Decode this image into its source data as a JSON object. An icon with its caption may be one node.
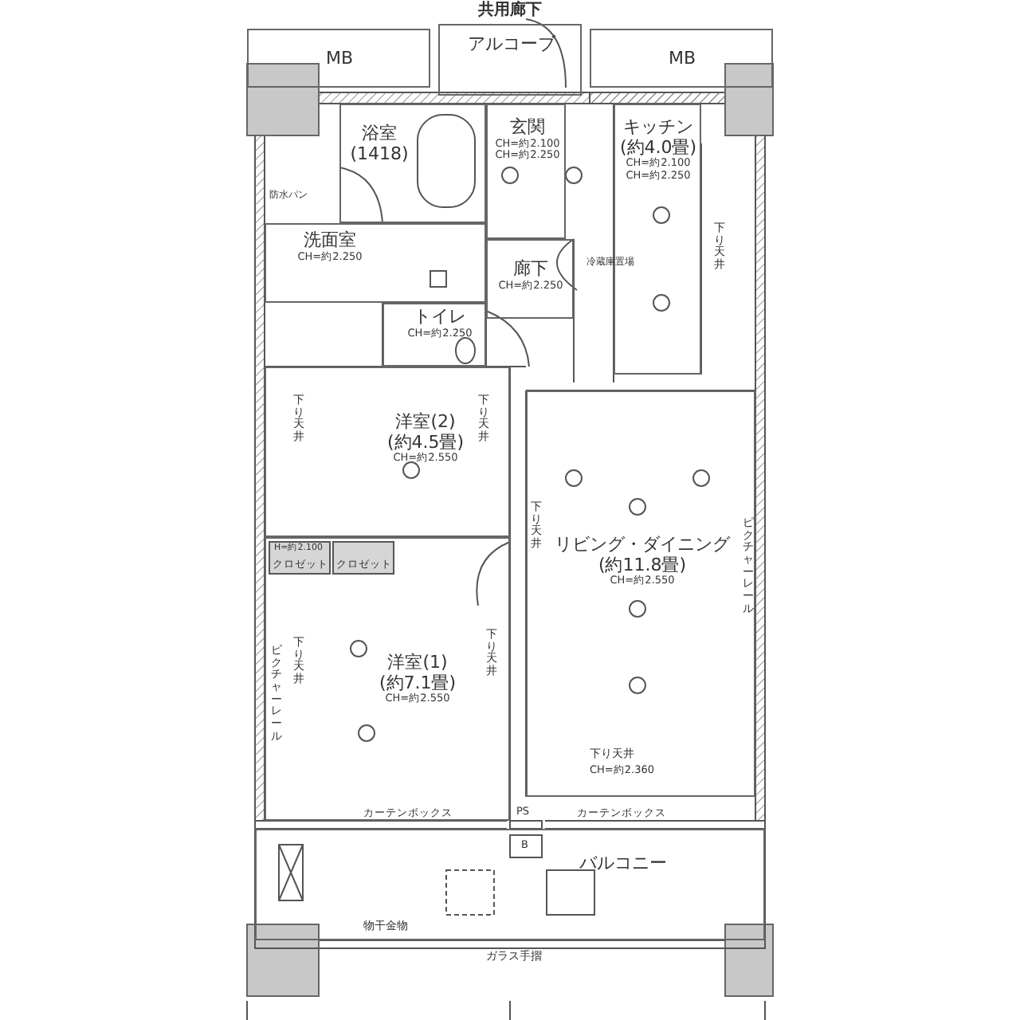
{
  "diagram": {
    "nodes": [
      {
        "text": [
          "MB"
        ]
      },
      {
        "text": [
          "MB"
        ]
      },
      {
        "text": [
          "アルコーブ"
        ]
      },
      {
        "text": [
          "浴室",
          "(1418)"
        ]
      },
      {
        "text": [
          "玄関",
          "CH=約2.100",
          "CH=約2.250"
        ]
      },
      {
        "text": [
          "洗面室",
          "CH=約2.250"
        ]
      },
      {
        "text": [
          "廊下",
          "CH=約2.250"
        ]
      },
      {
        "text": [
          "トイレ",
          "CH=約2.250"
        ]
      },
      {
        "text": [
          "キッチン",
          "(約4.0畳)",
          "CH=約2.100",
          "CH=約2.250"
        ]
      },
      {
        "text": [
          "洋室(2)",
          "(約4.5畳)",
          "CH=約2.550"
        ]
      },
      {
        "text": [
          "リビング・ダイニング",
          "(約11.8畳)",
          "CH=約2.550"
        ]
      },
      {
        "text": [
          "洋室(1)",
          "(約7.1畳)",
          "CH=約2.550"
        ]
      },
      {
        "text": [
          "バルコニー"
        ]
      }
    ],
    "labels": [
      "共用廊下",
      "防水パン",
      "冷蔵庫置場",
      "下り天井",
      "下り天井",
      "下り天井",
      "H=約2.100",
      "クロゼット",
      "クロゼット",
      "下り天井",
      "下り天井",
      "ピクチャーレール",
      "下り天井",
      "ピクチャーレール",
      "下り天井",
      "CH=約2.360",
      "カーテンボックス",
      "PS",
      "カーテンボックス",
      "B",
      "物干金物",
      "ガラス手摺"
    ]
  }
}
